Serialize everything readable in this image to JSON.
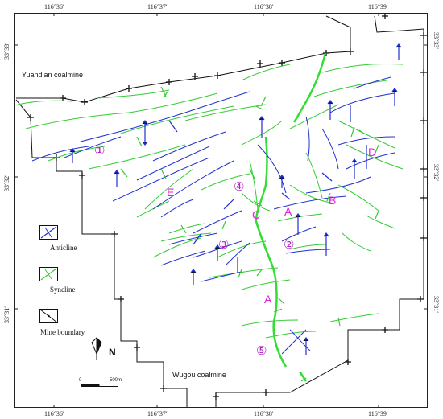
{
  "colors": {
    "anticline": "#2030d0",
    "syncline": "#33cc33",
    "boundary": "#111111",
    "zone_label": "#e021e0",
    "number_label": "#b020c0"
  },
  "coordinates": {
    "top": [
      "116°36′",
      "116°37′",
      "116°38′",
      "116°39′"
    ],
    "bottom": [
      "116°36′",
      "116°37′",
      "116°38′",
      "116°39′"
    ],
    "left": [
      "33°33′",
      "33°32′",
      "33°31′"
    ],
    "right": [
      "33°33′",
      "33°32′",
      "33°31′"
    ]
  },
  "mine_labels": {
    "north": "Yuandian coalmine",
    "south": "Wugou coalmine"
  },
  "zone_labels": {
    "a_upper": "A",
    "a_lower": "A",
    "b": "B",
    "c": "C",
    "d": "D",
    "e": "E"
  },
  "number_labels": {
    "n1": "①",
    "n2": "②",
    "n3": "③",
    "n4": "④",
    "n5": "⑤"
  },
  "legend": {
    "anticline": "Anticline",
    "syncline": "Syncline",
    "mine_boundary": "Mine boundary"
  },
  "north_label": "N",
  "scale": {
    "start": "0",
    "end": "500m"
  }
}
